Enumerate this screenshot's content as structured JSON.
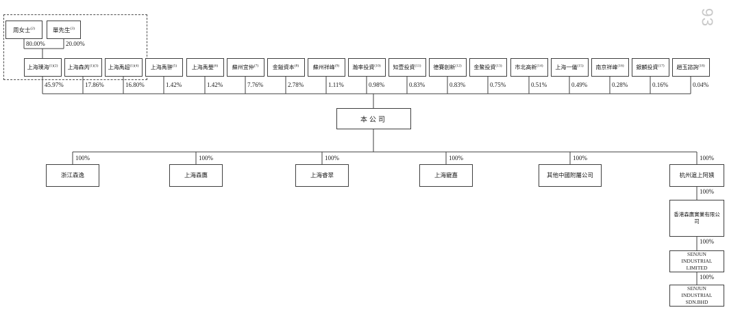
{
  "page": {
    "number": "93"
  },
  "founders": {
    "items": [
      {
        "name": "周女士",
        "note": "(2)",
        "ownership": "80.00%"
      },
      {
        "name": "單先生",
        "note": "(3)",
        "ownership": "20.00%"
      }
    ]
  },
  "company": {
    "label": "本公司"
  },
  "shareholders": [
    {
      "name": "上海璞海",
      "note": "(1)(2)",
      "pct": "45.97%"
    },
    {
      "name": "上海森芮",
      "note": "(1)(3)",
      "pct": "17.86%"
    },
    {
      "name": "上海禹超",
      "note": "(1)(4)",
      "pct": "16.80%"
    },
    {
      "name": "上海禹翀",
      "note": "(5)",
      "pct": "1.42%"
    },
    {
      "name": "上海禹璺",
      "note": "(6)",
      "pct": "1.42%"
    },
    {
      "name": "蘇州宜仲",
      "note": "(7)",
      "pct": "7.76%"
    },
    {
      "name": "金鎰資本",
      "note": "(8)",
      "pct": "2.78%"
    },
    {
      "name": "蘇州祥峰",
      "note": "(9)",
      "pct": "1.11%"
    },
    {
      "name": "瀚率投資",
      "note": "(10)",
      "pct": "0.98%"
    },
    {
      "name": "知壹投資",
      "note": "(11)",
      "pct": "0.83%"
    },
    {
      "name": "德賽創新",
      "note": "(12)",
      "pct": "0.83%"
    },
    {
      "name": "金鰲投資",
      "note": "(13)",
      "pct": "0.75%"
    },
    {
      "name": "市北高新",
      "note": "(14)",
      "pct": "0.51%"
    },
    {
      "name": "上海一儀",
      "note": "(15)",
      "pct": "0.49%"
    },
    {
      "name": "南京祥峰",
      "note": "(16)",
      "pct": "0.28%"
    },
    {
      "name": "銀麟投資",
      "note": "(17)",
      "pct": "0.16%"
    },
    {
      "name": "趙玉諮詢",
      "note": "(18)",
      "pct": "0.04%"
    }
  ],
  "subsidiaries": [
    {
      "name": "浙江森逸",
      "pct": "100%"
    },
    {
      "name": "上海森鷹",
      "pct": "100%"
    },
    {
      "name": "上海睿翠",
      "pct": "100%"
    },
    {
      "name": "上海寵嘉",
      "pct": "100%"
    },
    {
      "name": "其他中國附屬公司",
      "pct": "100%"
    },
    {
      "name": "杭州滬上阿姨",
      "pct": "100%"
    }
  ],
  "chain": [
    {
      "name": "香港森鷹實業有限公司",
      "pct": "100%"
    },
    {
      "name": "SENJUN INDUSTRIAL LIMITED",
      "pct": "100%"
    },
    {
      "name": "SENJUN INDUSTRIAL SDN.BHD",
      "pct": "100%"
    }
  ],
  "colors": {
    "line": "#3d3d3d",
    "text": "#1a1a1a",
    "page_number": "#c9c9c9"
  }
}
